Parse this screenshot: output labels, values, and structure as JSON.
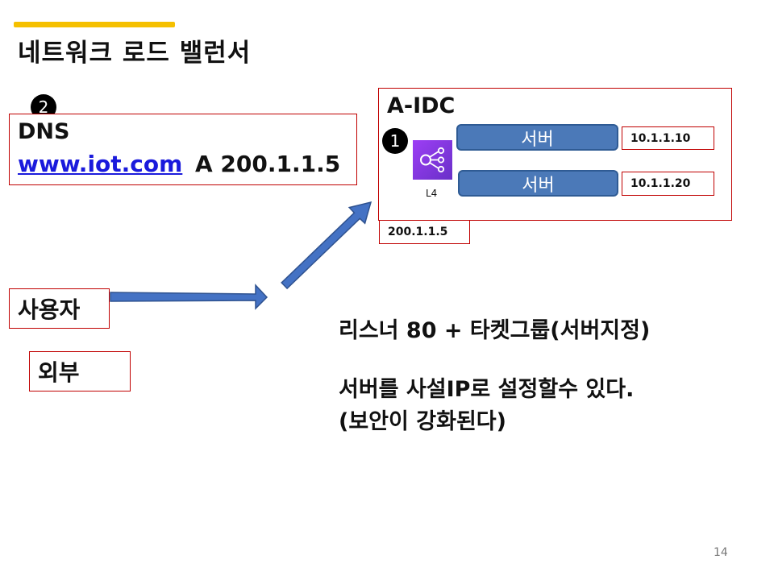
{
  "slide": {
    "title": "네트워크 로드 밸런서",
    "page_number": "14",
    "accent_color": "#F5C000"
  },
  "dns": {
    "badge": "2",
    "title": "DNS",
    "url": "www.iot.com",
    "record": "A 200.1.1.5"
  },
  "idc": {
    "title": "A-IDC",
    "badge": "1",
    "lb_label": "L4",
    "lb_icon": "load-balancer-icon",
    "lb_ip": "200.1.1.5",
    "servers": [
      {
        "label": "서버",
        "ip": "10.1.1.10"
      },
      {
        "label": "서버",
        "ip": "10.1.1.20"
      }
    ]
  },
  "user": {
    "label": "사용자"
  },
  "external": {
    "label": "외부"
  },
  "description": {
    "line1": "리스너 80 + 타켓그룹(서버지정)",
    "line2": "서버를 사설IP로 설정할수 있다.",
    "line3": "(보안이 강화된다)"
  },
  "colors": {
    "box_border": "#C00000",
    "server_fill": "#4B79B8",
    "arrow_fill": "#4472C4",
    "link": "#1A1ADC"
  }
}
